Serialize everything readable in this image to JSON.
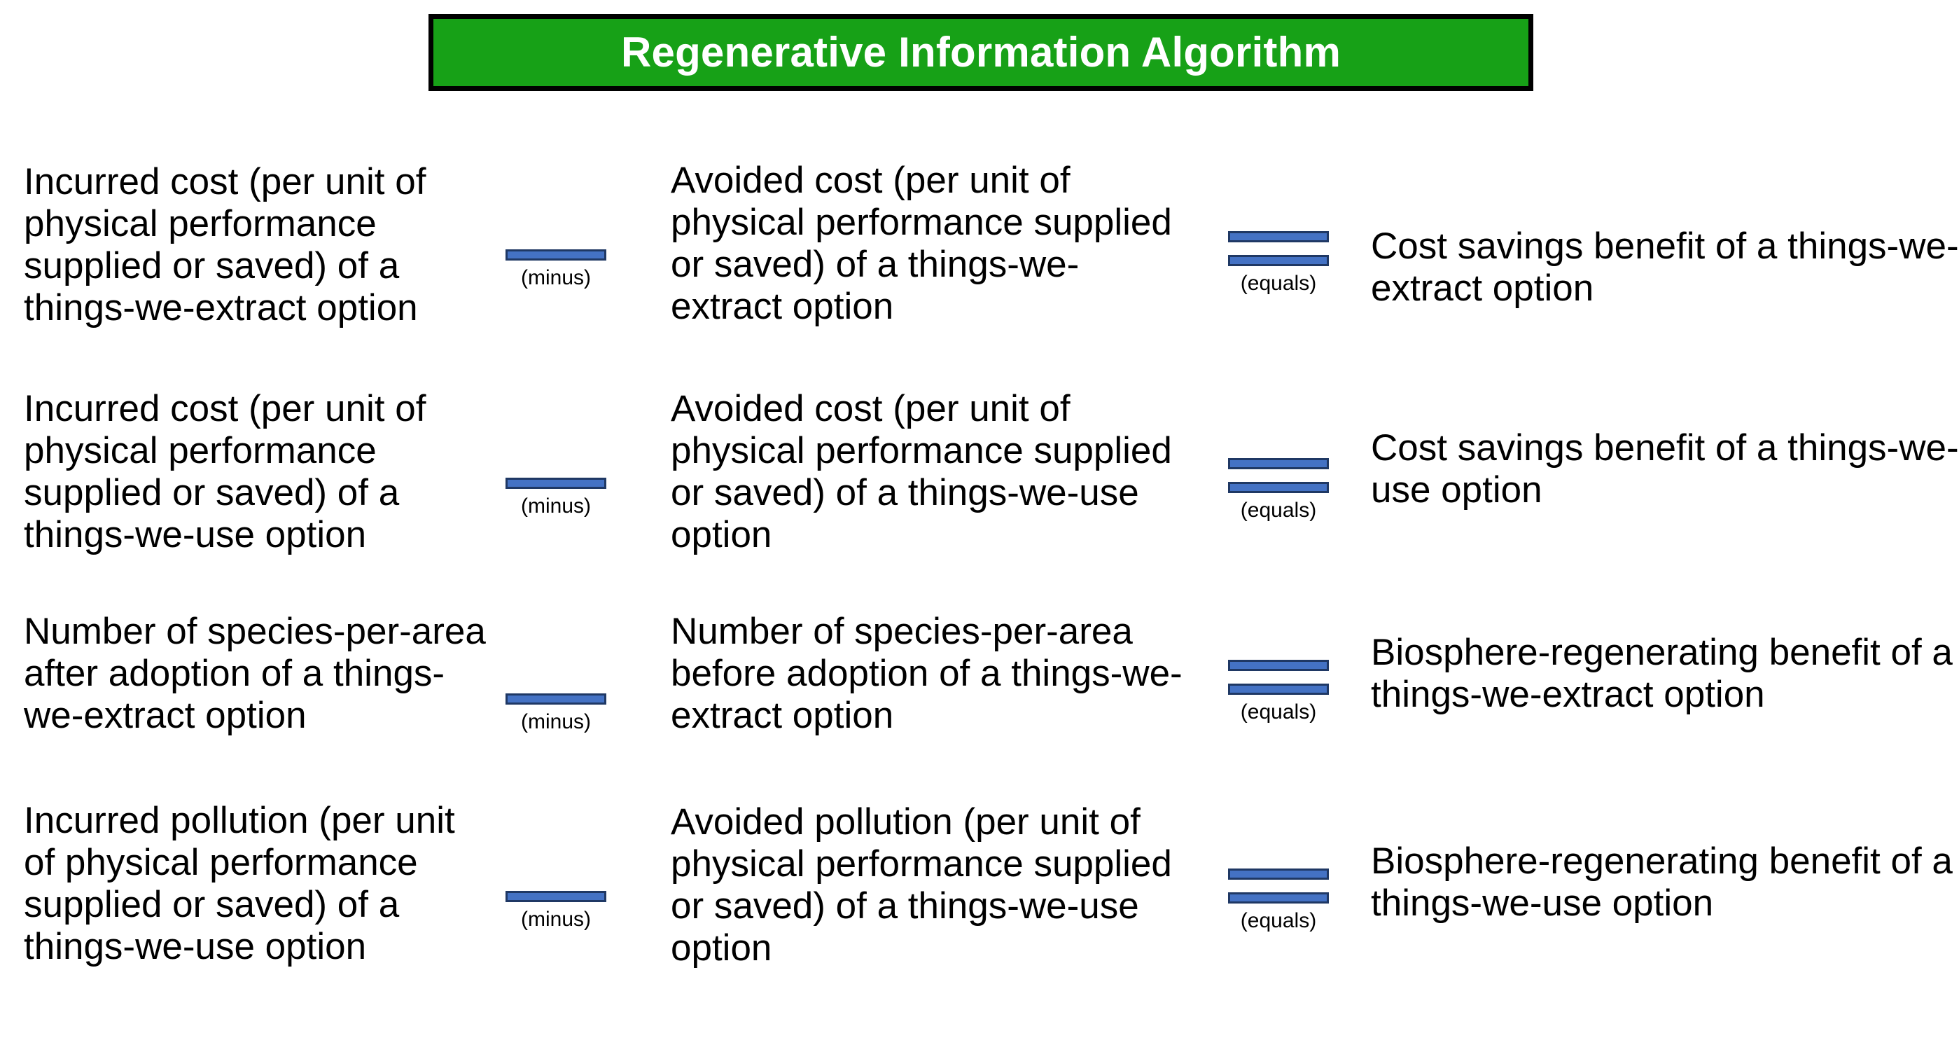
{
  "title": {
    "text": "Regenerative Information Algorithm",
    "background_color": "#17A117",
    "border_color": "#000000",
    "text_color": "#FFFFFF"
  },
  "operators": {
    "minus_label": "(minus)",
    "equals_label": "(equals)",
    "bar_fill_color": "#4472C4",
    "bar_border_color": "#1F3864"
  },
  "rows": [
    {
      "left": "Incurred cost (per unit of physical performance supplied or saved) of a things-we-extract option",
      "operator1": "(minus)",
      "middle": "Avoided cost (per unit of physical performance supplied or saved) of a things-we-extract option",
      "operator2": "(equals)",
      "right": "Cost savings benefit of a things-we-extract option"
    },
    {
      "left": "Incurred cost (per unit of physical performance supplied or saved) of a things-we-use option",
      "operator1": "(minus)",
      "middle": "Avoided cost (per unit of physical performance supplied or saved) of a things-we-use option",
      "operator2": "(equals)",
      "right": "Cost savings benefit of a things-we-use option"
    },
    {
      "left": "Number of species-per-area after adoption of a things-we-extract option",
      "operator1": "(minus)",
      "middle": "Number of species-per-area before adoption of a things-we-extract option",
      "operator2": "(equals)",
      "right": "Biosphere-regenerating benefit of a things-we-extract option"
    },
    {
      "left": "Incurred pollution (per unit of physical performance supplied or saved) of a things-we-use option",
      "operator1": "(minus)",
      "middle": "Avoided pollution (per unit of physical performance supplied or saved) of a things-we-use option",
      "operator2": "(equals)",
      "right": "Biosphere-regenerating benefit of a things-we-use option"
    }
  ]
}
